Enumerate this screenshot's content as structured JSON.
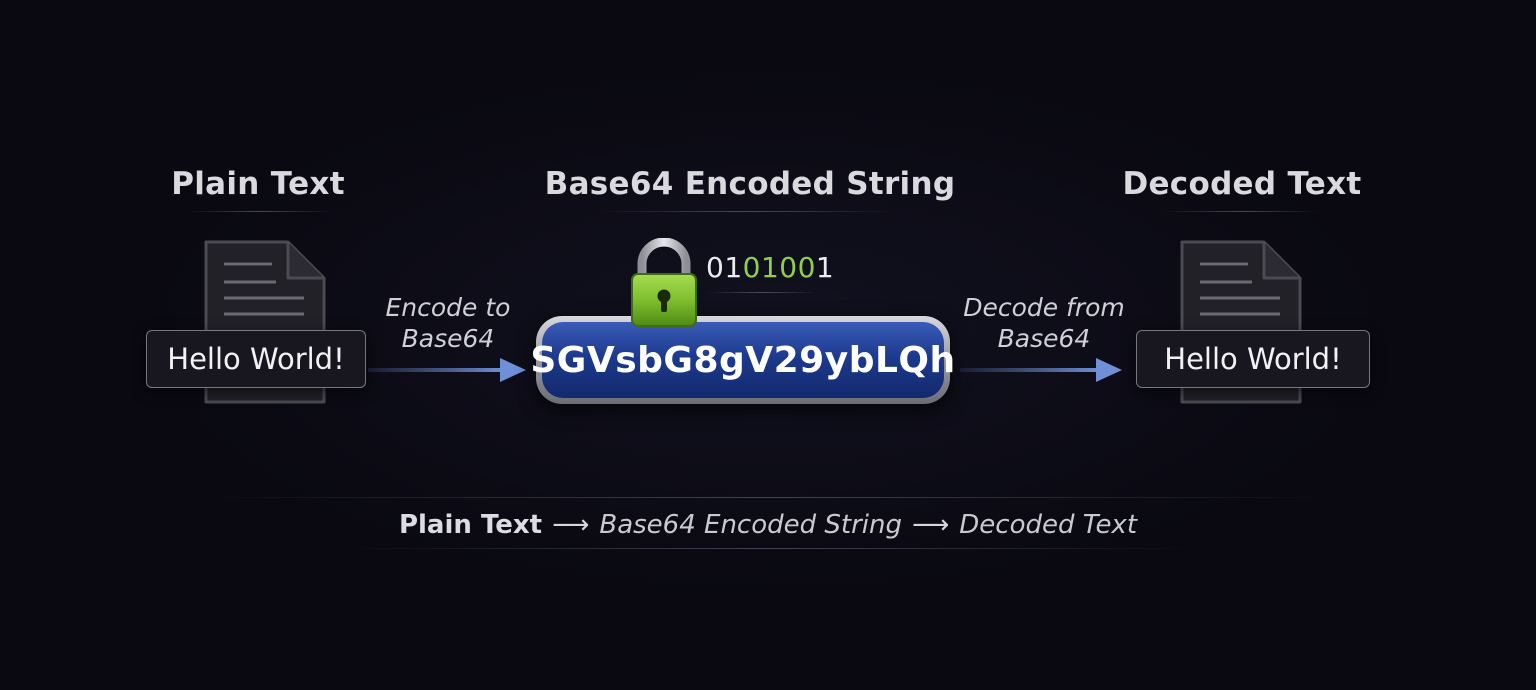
{
  "colors": {
    "background": "#0a0911",
    "encoded_fill": "#1d3a8e",
    "arrow": "#5a78b8",
    "lock_green": "#7fbf2e",
    "binary_green": "#8fcf4c"
  },
  "icons": {
    "document_left": "document-icon",
    "document_right": "document-icon",
    "lock": "padlock-icon"
  },
  "columns": {
    "plain": {
      "heading": "Plain Text",
      "value": "Hello World!"
    },
    "encoded": {
      "heading": "Base64 Encoded String",
      "value": "SGVsbG8gV29ybLQh",
      "binary": {
        "prefix": "01",
        "highlight": "0100",
        "suffix": "1"
      }
    },
    "decoded": {
      "heading": "Decoded Text",
      "value": "Hello World!"
    }
  },
  "arrows": {
    "encode": {
      "line1": "Encode to",
      "line2": "Base64"
    },
    "decode": {
      "line1": "Decode from",
      "line2": "Base64"
    }
  },
  "flow": {
    "step1": "Plain Text",
    "separator": "⟶",
    "step2": "Base64 Encoded String",
    "step3": "Decoded Text"
  }
}
